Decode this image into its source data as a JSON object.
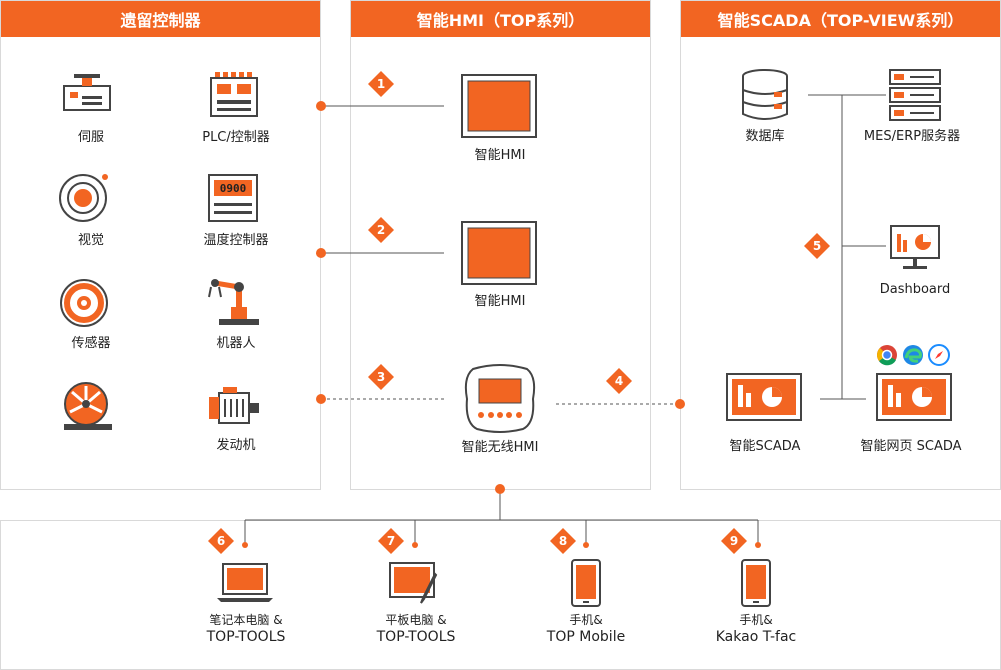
{
  "panels": {
    "legacy": {
      "title": "遗留控制器"
    },
    "hmi": {
      "title": "智能HMI（TOP系列）"
    },
    "scada": {
      "title": "智能SCADA（TOP-VIEW系列）"
    }
  },
  "legacy_items": {
    "servo": "伺服",
    "plc": "PLC/控制器",
    "vision": "视觉",
    "temp": "温度控制器",
    "sensor": "传感器",
    "robot": "机器人",
    "motor": "发动机",
    "temp_display": "0900"
  },
  "hmi_items": {
    "hmi1": "智能HMI",
    "hmi2": "智能HMI",
    "wireless": "智能无线HMI"
  },
  "scada_items": {
    "db": "数据库",
    "mes": "MES/ERP服务器",
    "dashboard": "Dashboard",
    "smart_scada": "智能SCADA",
    "web_scada": "智能网页 SCADA"
  },
  "devices": {
    "laptop_l1": "笔记本电脑 &",
    "laptop_l2": "TOP-TOOLS",
    "tablet_l1": "平板电脑 &",
    "tablet_l2": "TOP-TOOLS",
    "phone1_l1": "手机&",
    "phone1_l2": "TOP Mobile",
    "phone2_l1": "手机&",
    "phone2_l2": "Kakao T-fac"
  },
  "badges": [
    "1",
    "2",
    "3",
    "4",
    "5",
    "6",
    "7",
    "8",
    "9"
  ],
  "colors": {
    "accent": "#f26522",
    "border": "#d9d9d9",
    "line": "#555555"
  }
}
